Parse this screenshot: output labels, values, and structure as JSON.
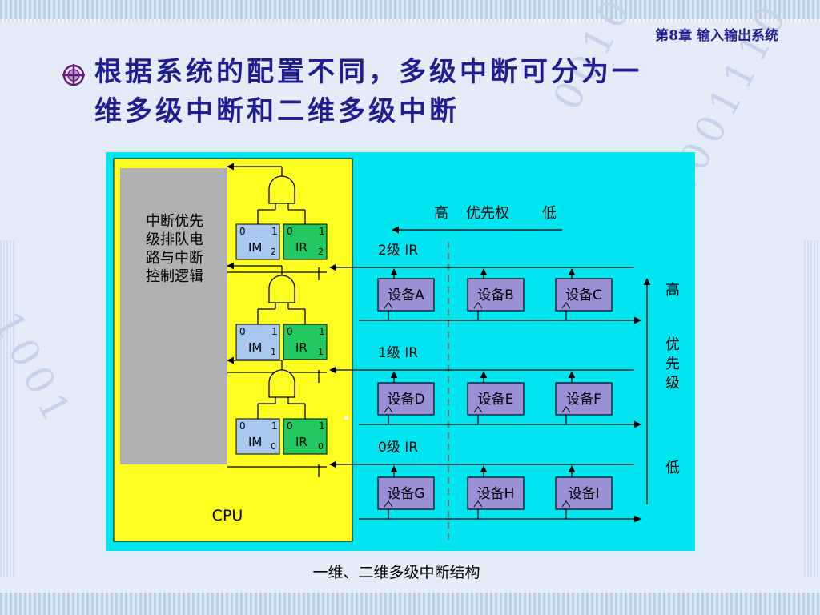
{
  "header": {
    "chapter": "第8章 输入输出系统"
  },
  "bullet": {
    "line1": "根据系统的配置不同，多级中断可分为一",
    "line2": "维多级中断和二维多级中断"
  },
  "diagram": {
    "control_logic": [
      "中断优先",
      "级排队电",
      "路与中断",
      "控制逻辑"
    ],
    "cpu_label": "CPU",
    "mask_registers": [
      {
        "name": "IM",
        "sub": "2",
        "bit0": "0",
        "bit1": "1"
      },
      {
        "name": "IM",
        "sub": "1",
        "bit0": "0",
        "bit1": "1"
      },
      {
        "name": "IM",
        "sub": "0",
        "bit0": "0",
        "bit1": "1"
      }
    ],
    "request_registers": [
      {
        "name": "IR",
        "sub": "2",
        "bit0": "0",
        "bit1": "1"
      },
      {
        "name": "IR",
        "sub": "1",
        "bit0": "0",
        "bit1": "1"
      },
      {
        "name": "IR",
        "sub": "0",
        "bit0": "0",
        "bit1": "1"
      }
    ],
    "level_labels": [
      "2级 IR",
      "1级 IR",
      "0级 IR"
    ],
    "horizontal_priority": {
      "high": "高",
      "middle": "优先权",
      "low": "低"
    },
    "vertical_priority": {
      "high": "高",
      "middle": [
        "优",
        "先",
        "级"
      ],
      "low": "低"
    },
    "devices": [
      [
        "设备A",
        "设备B",
        "设备C"
      ],
      [
        "设备D",
        "设备E",
        "设备F"
      ],
      [
        "设备G",
        "设备H",
        "设备I"
      ]
    ],
    "colors": {
      "background": "#00e5f0",
      "cpu": "#ffff22",
      "logic_block": "#b0b0b0",
      "mask_register": "#a8c8f0",
      "request_register": "#22c860",
      "device": "#9a90d8"
    }
  },
  "caption": "一维、二维多级中断结构"
}
